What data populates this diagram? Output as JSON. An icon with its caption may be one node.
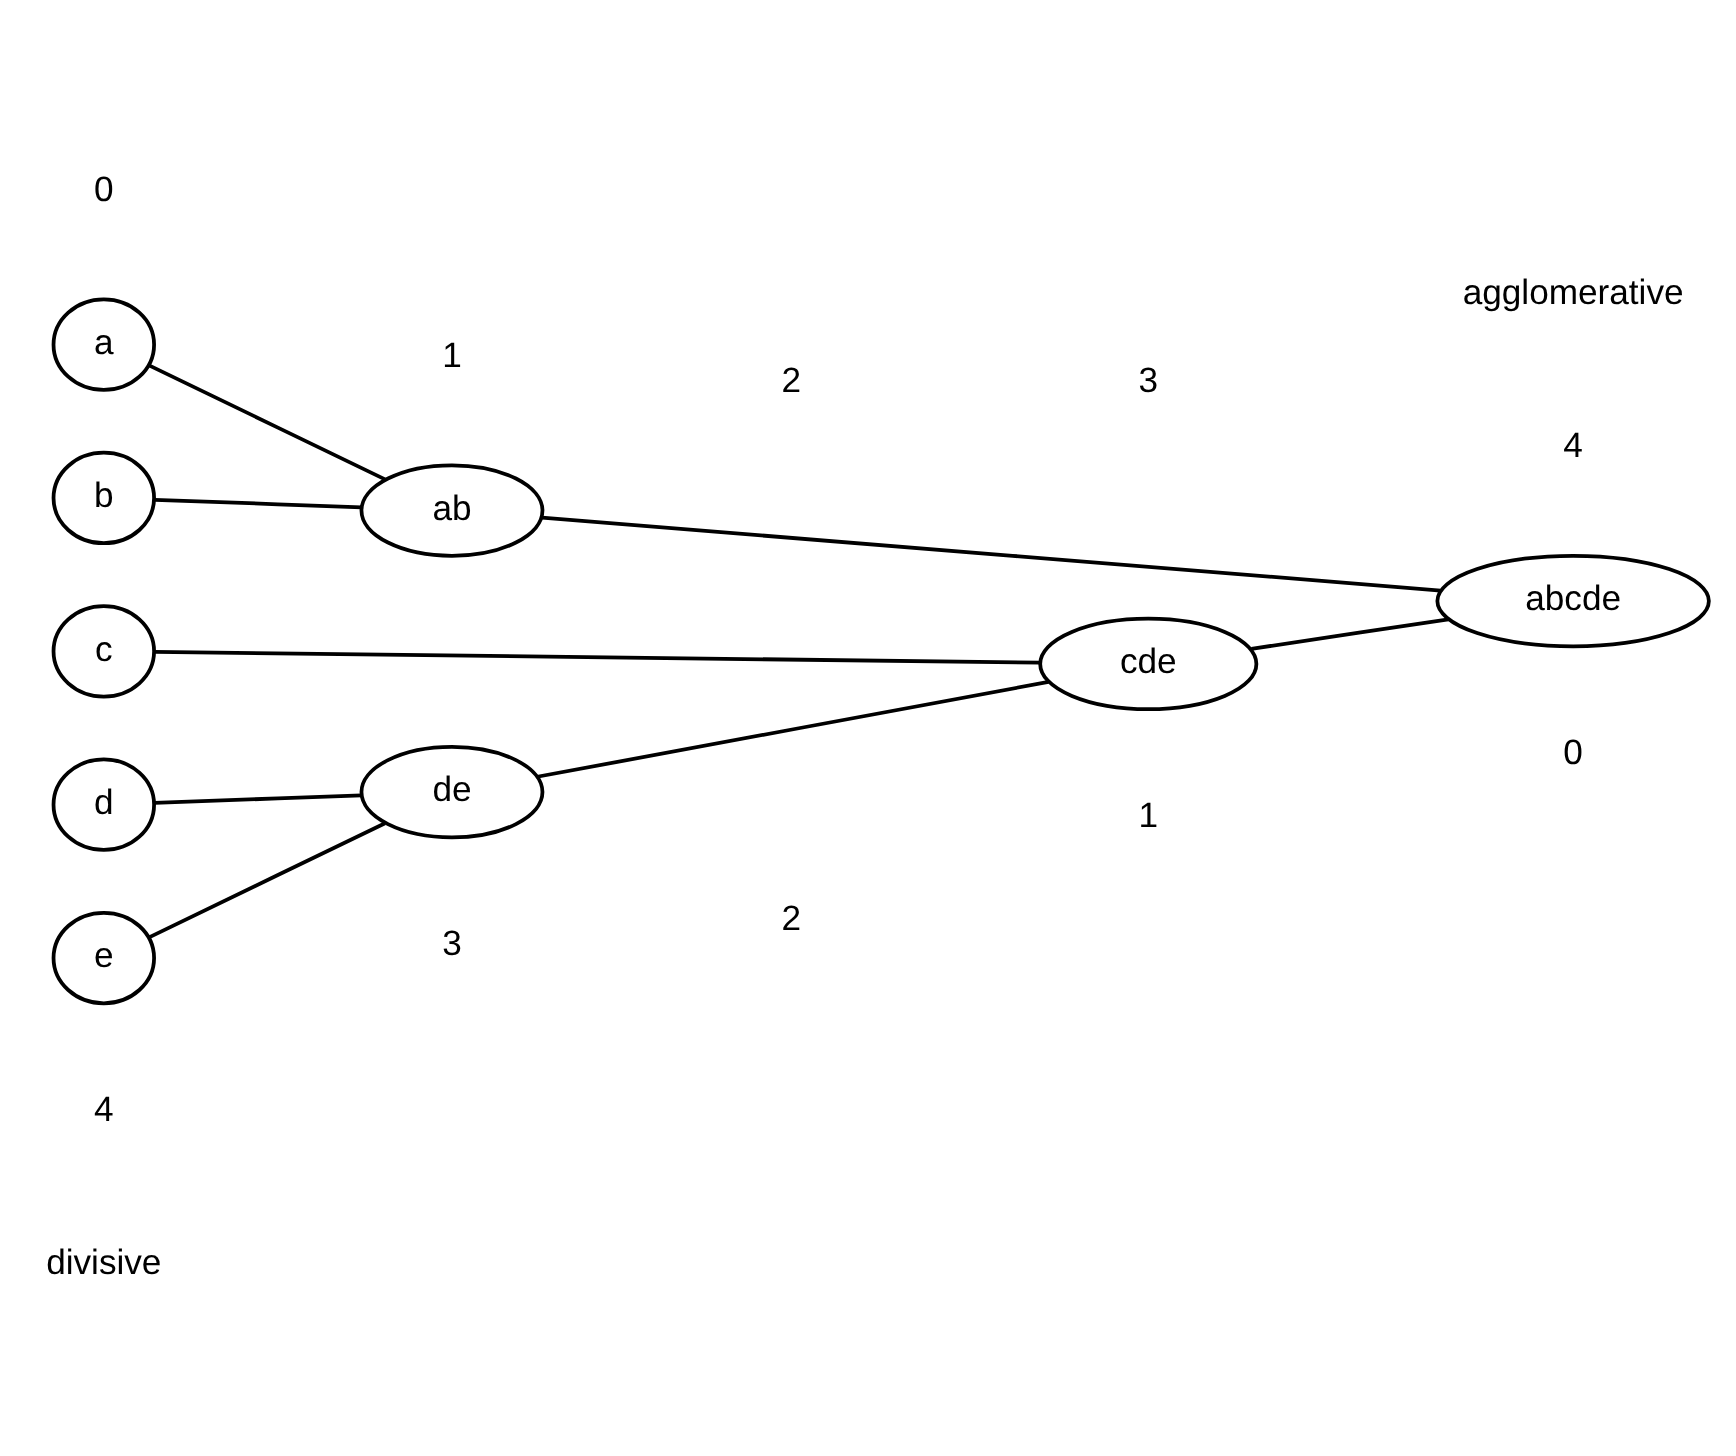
{
  "diagram": {
    "nodes": [
      {
        "text": [
          "a"
        ]
      },
      {
        "text": [
          "ab"
        ]
      },
      {
        "text": [
          "b"
        ]
      },
      {
        "text": [
          "abcde"
        ]
      },
      {
        "text": [
          "c"
        ]
      },
      {
        "text": [
          "cde"
        ]
      },
      {
        "text": [
          "d"
        ]
      },
      {
        "text": [
          "de"
        ]
      },
      {
        "text": [
          "e"
        ]
      }
    ],
    "edges": [
      {
        "from": 0,
        "to": 1,
        "arrow": "none"
      },
      {
        "from": 2,
        "to": 1,
        "arrow": "none"
      },
      {
        "from": 1,
        "to": 3,
        "arrow": "none"
      },
      {
        "from": 4,
        "to": 5,
        "arrow": "none"
      },
      {
        "from": 6,
        "to": 7,
        "arrow": "none"
      },
      {
        "from": 8,
        "to": 7,
        "arrow": "none"
      },
      {
        "from": 7,
        "to": 5,
        "arrow": "none"
      },
      {
        "from": 5,
        "to": 3,
        "arrow": "none"
      }
    ],
    "labels": [
      "agglomerative",
      "0",
      "1",
      "2",
      "3",
      "4",
      "4",
      "3",
      "2",
      "1",
      "0",
      "divisive"
    ]
  }
}
